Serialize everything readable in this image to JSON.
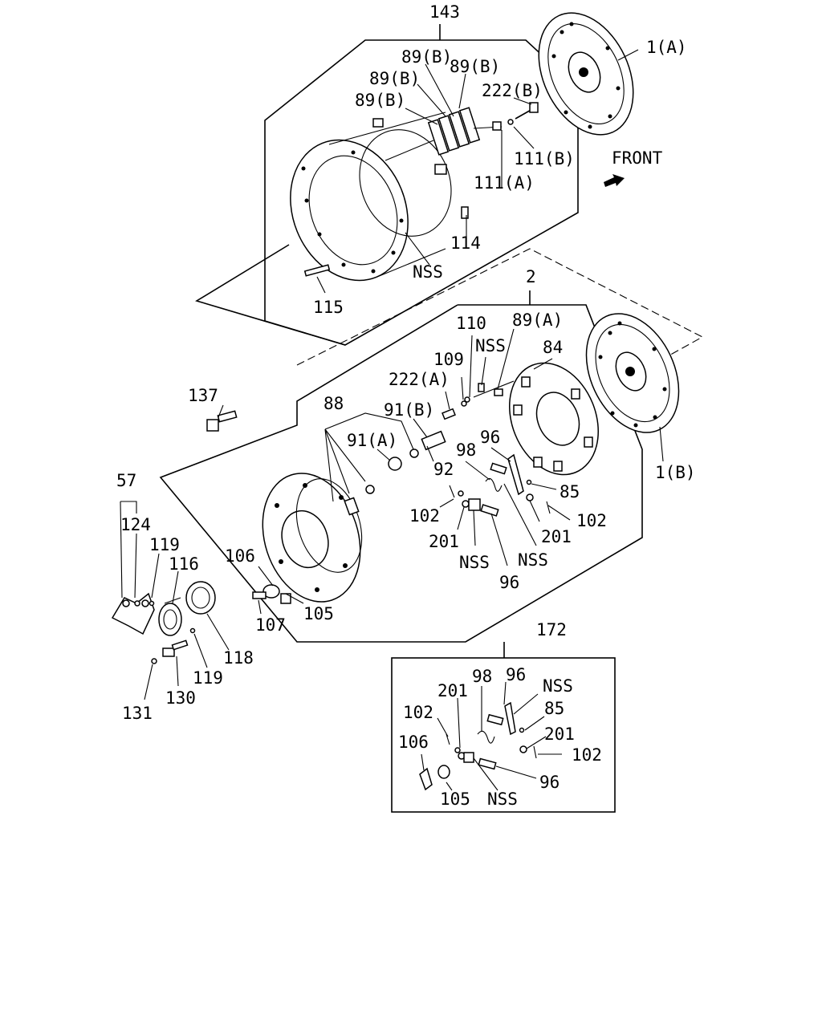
{
  "front_label": "FRONT",
  "callouts": [
    {
      "id": "c143",
      "text": "143"
    },
    {
      "id": "c1a",
      "text": "1(A)"
    },
    {
      "id": "c89b1",
      "text": "89(B)"
    },
    {
      "id": "c89b2",
      "text": "89(B)"
    },
    {
      "id": "c89b3",
      "text": "89(B)"
    },
    {
      "id": "c89b4",
      "text": "89(B)"
    },
    {
      "id": "c222b",
      "text": "222(B)"
    },
    {
      "id": "c111b",
      "text": "111(B)"
    },
    {
      "id": "c111a",
      "text": "111(A)"
    },
    {
      "id": "c114",
      "text": "114"
    },
    {
      "id": "cnss1",
      "text": "NSS"
    },
    {
      "id": "c115",
      "text": "115"
    },
    {
      "id": "c2",
      "text": "2"
    },
    {
      "id": "c110",
      "text": "110"
    },
    {
      "id": "c89a",
      "text": "89(A)"
    },
    {
      "id": "cnss2",
      "text": "NSS"
    },
    {
      "id": "c84",
      "text": "84"
    },
    {
      "id": "c109",
      "text": "109"
    },
    {
      "id": "c222a",
      "text": "222(A)"
    },
    {
      "id": "c137",
      "text": "137"
    },
    {
      "id": "c88",
      "text": "88"
    },
    {
      "id": "c91b",
      "text": "91(B)"
    },
    {
      "id": "c91a",
      "text": "91(A)"
    },
    {
      "id": "c96a",
      "text": "96"
    },
    {
      "id": "c98a",
      "text": "98"
    },
    {
      "id": "c92",
      "text": "92"
    },
    {
      "id": "c1b",
      "text": "1(B)"
    },
    {
      "id": "c85a",
      "text": "85"
    },
    {
      "id": "c57",
      "text": "57"
    },
    {
      "id": "c102a",
      "text": "102"
    },
    {
      "id": "c102b",
      "text": "102"
    },
    {
      "id": "c124",
      "text": "124"
    },
    {
      "id": "c201a",
      "text": "201"
    },
    {
      "id": "c201b",
      "text": "201"
    },
    {
      "id": "c119a",
      "text": "119"
    },
    {
      "id": "c116",
      "text": "116"
    },
    {
      "id": "cnss3",
      "text": "NSS"
    },
    {
      "id": "cnss4",
      "text": "NSS"
    },
    {
      "id": "c106a",
      "text": "106"
    },
    {
      "id": "c96b",
      "text": "96"
    },
    {
      "id": "c105a",
      "text": "105"
    },
    {
      "id": "c107",
      "text": "107"
    },
    {
      "id": "c172",
      "text": "172"
    },
    {
      "id": "c118",
      "text": "118"
    },
    {
      "id": "c119b",
      "text": "119"
    },
    {
      "id": "c96c",
      "text": "96"
    },
    {
      "id": "c98b",
      "text": "98"
    },
    {
      "id": "cnss5",
      "text": "NSS"
    },
    {
      "id": "c201c",
      "text": "201"
    },
    {
      "id": "c85b",
      "text": "85"
    },
    {
      "id": "c131",
      "text": "131"
    },
    {
      "id": "c130",
      "text": "130"
    },
    {
      "id": "c102c",
      "text": "102"
    },
    {
      "id": "c201d",
      "text": "201"
    },
    {
      "id": "c106b",
      "text": "106"
    },
    {
      "id": "c102d",
      "text": "102"
    },
    {
      "id": "c96d",
      "text": "96"
    },
    {
      "id": "c105b",
      "text": "105"
    },
    {
      "id": "cnss6",
      "text": "NSS"
    }
  ]
}
